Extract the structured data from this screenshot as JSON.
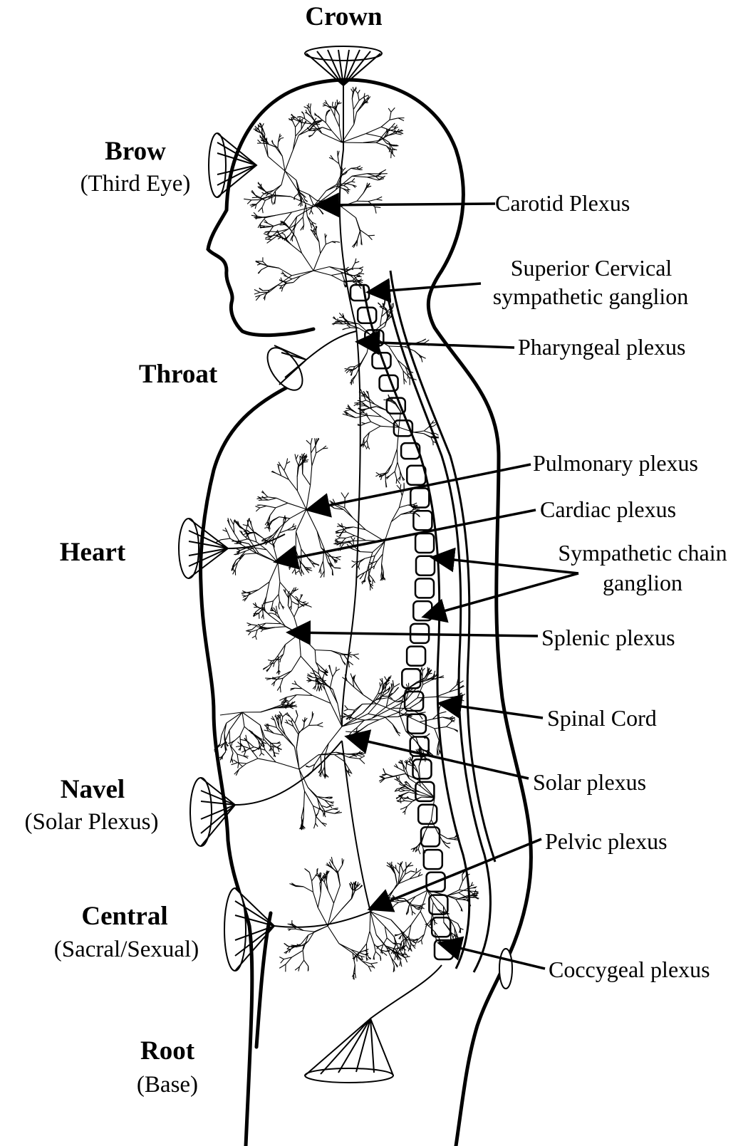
{
  "chakras": {
    "crown": {
      "name": "Crown"
    },
    "brow": {
      "name": "Brow",
      "sub": "(Third Eye)"
    },
    "throat": {
      "name": "Throat"
    },
    "heart": {
      "name": "Heart"
    },
    "navel": {
      "name": "Navel",
      "sub": "(Solar Plexus)"
    },
    "central": {
      "name": "Central",
      "sub": "(Sacral/Sexual)"
    },
    "root": {
      "name": "Root",
      "sub": "(Base)"
    }
  },
  "labels": {
    "carotid": "Carotid Plexus",
    "superior_1": "Superior Cervical",
    "superior_2": "sympathetic ganglion",
    "pharyngeal": "Pharyngeal plexus",
    "pulmonary": "Pulmonary plexus",
    "cardiac": "Cardiac plexus",
    "sympathetic_1": "Sympathetic chain",
    "sympathetic_2": "ganglion",
    "splenic": "Splenic plexus",
    "spinal": "Spinal Cord",
    "solar": "Solar plexus",
    "pelvic": "Pelvic plexus",
    "coccygeal": "Coccygeal plexus"
  },
  "colors": {
    "ink": "#000000",
    "paper": "#ffffff"
  }
}
